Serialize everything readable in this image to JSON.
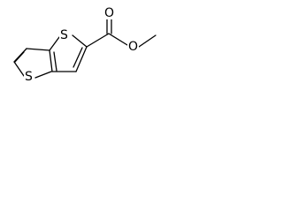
{
  "molecule": {
    "atoms": {
      "sulfur_ring_left": "S",
      "sulfur_ring_top": "S",
      "carbonyl_oxygen": "O",
      "ester_oxygen": "O"
    },
    "colors": {
      "bond": "#000000",
      "label": "#000000",
      "background": "#ffffff"
    }
  }
}
